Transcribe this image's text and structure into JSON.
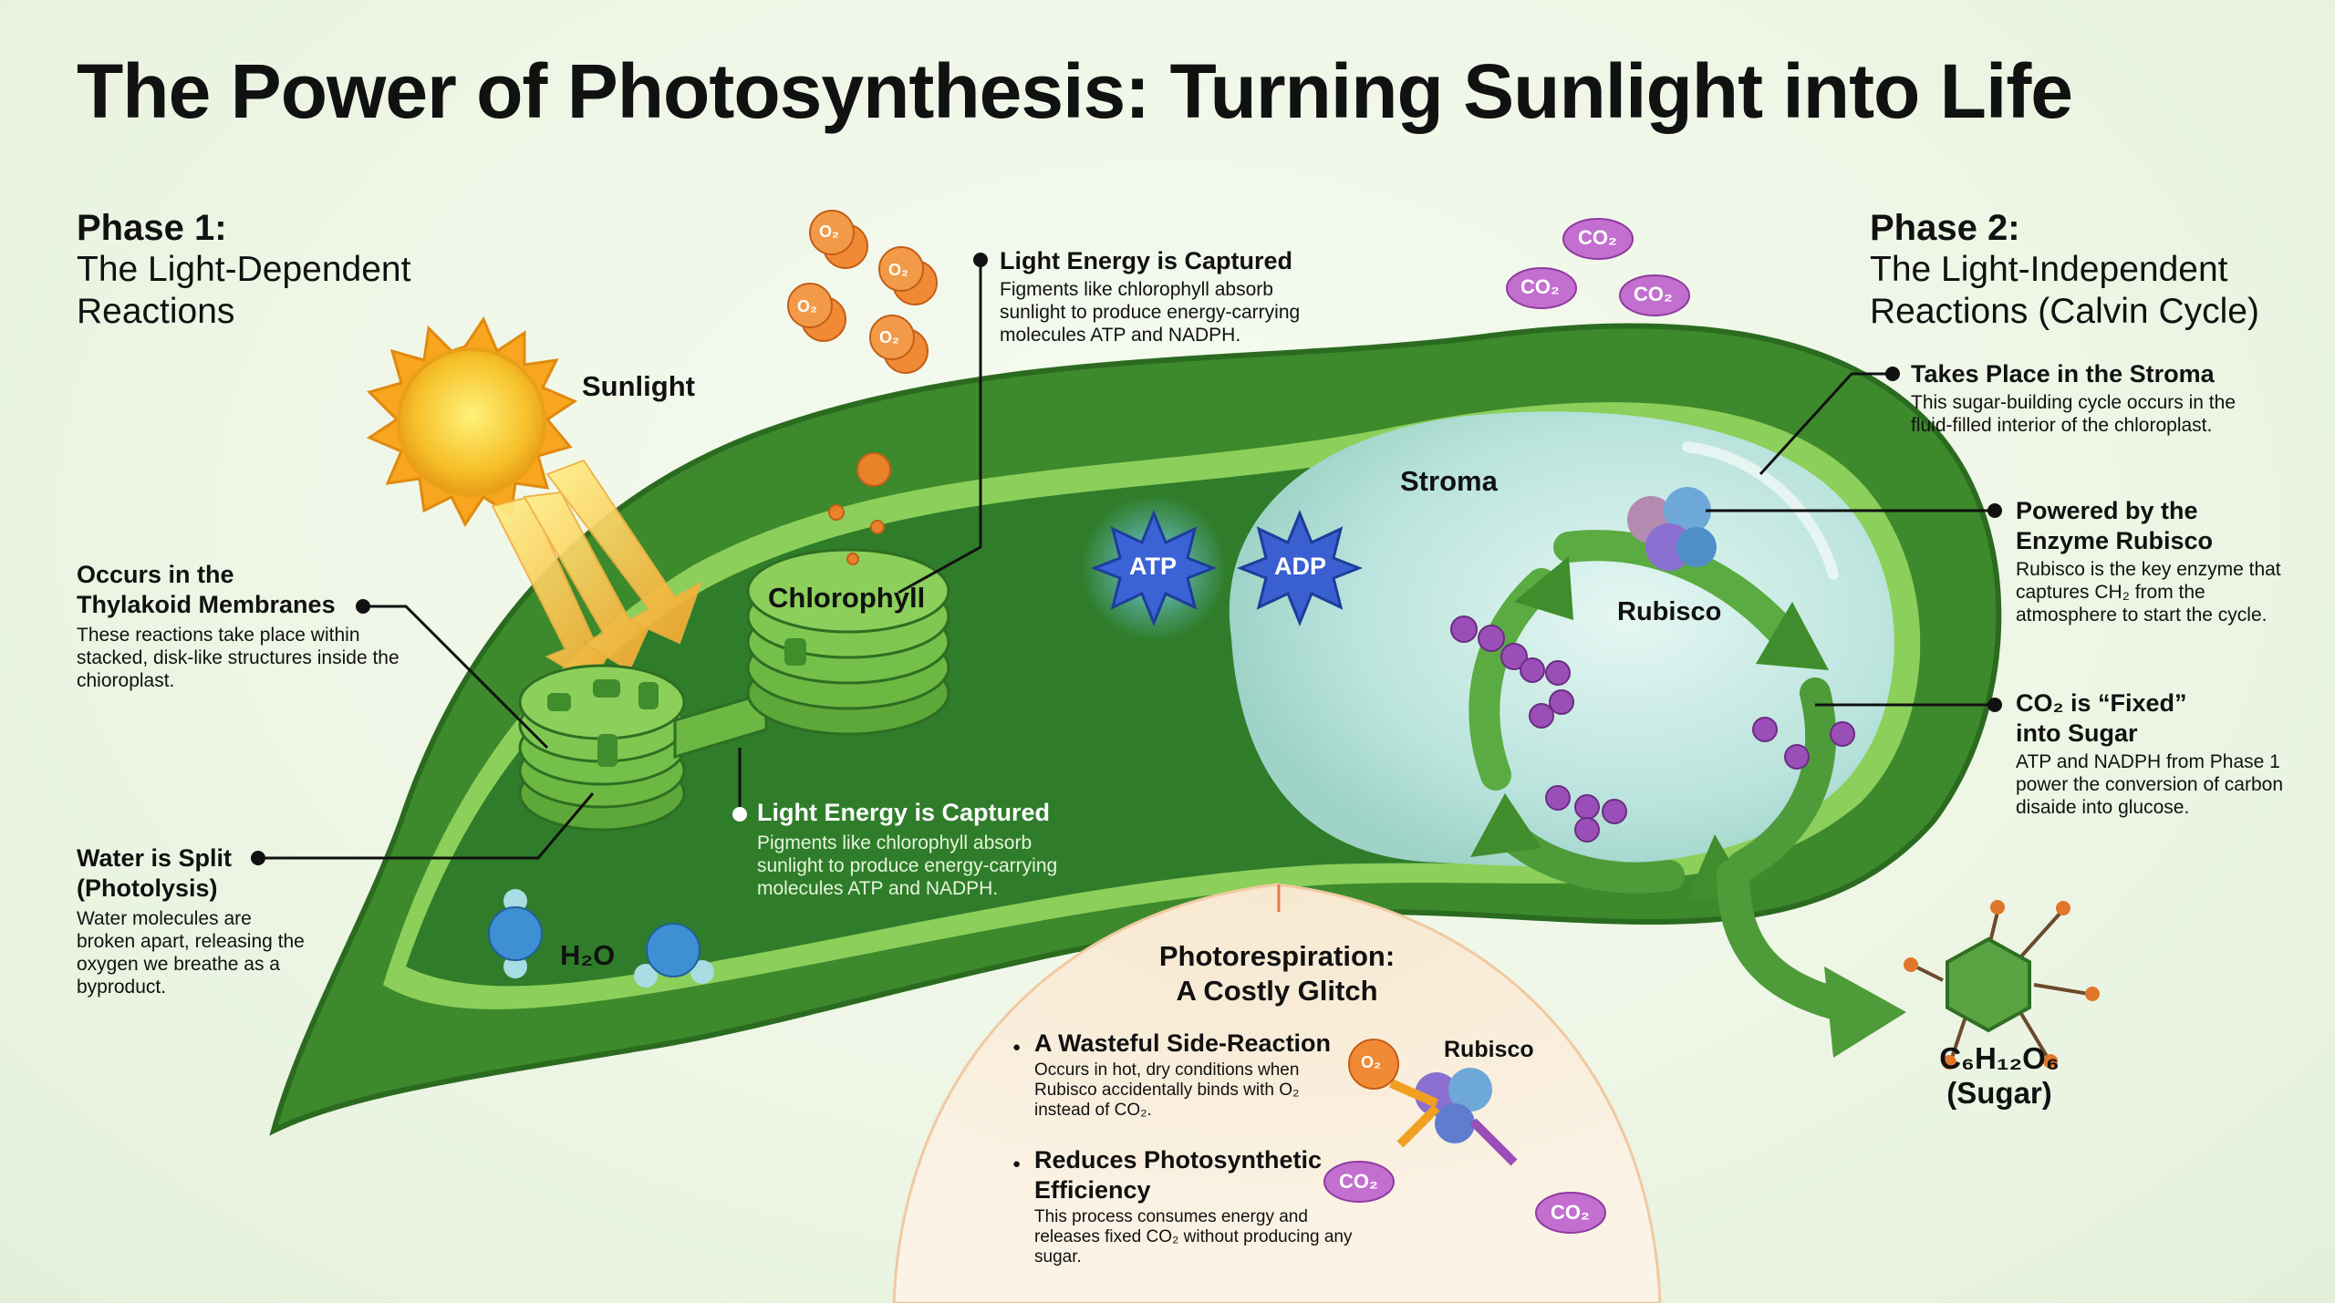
{
  "title": "The Power of Photosynthesis: Turning Sunlight into Life",
  "phase1": {
    "label": "Phase 1:",
    "name_line1": "The Light-Dependent",
    "name_line2": "Reactions",
    "sunlight": "Sunlight",
    "chlorophyll": "Chlorophyll",
    "h2o": "H₂O",
    "thylakoid": {
      "head_line1": "Occurs in the",
      "head_line2": "Thylakoid Membranes",
      "body": "These reactions take place within stacked, disk-like structures inside the chioroplast."
    },
    "water_split": {
      "head_line1": "Water is Split",
      "head_line2": "(Photolysis)",
      "body": "Water molecules are broken apart, releasing the oxygen we breathe as a byproduct."
    },
    "light_captured_top": {
      "head": "Light Energy is Captured",
      "body": "Figments like chlorophyll absorb sunlight to produce energy-carrying molecules ATP and NADPH."
    },
    "light_captured_mid": {
      "head": "Light Energy is Captured",
      "body": "Pigments like chlorophyll absorb sunlight to produce energy-carrying molecules ATP and NADPH."
    }
  },
  "molecules": {
    "o2": "O₂",
    "co2": "CO₂",
    "atp": "ATP",
    "adp": "ADP"
  },
  "phase2": {
    "label": "Phase 2:",
    "name_line1": "The Light-Independent",
    "name_line2": "Reactions (Calvin Cycle)",
    "stroma": "Stroma",
    "rubisco": "Rubisco",
    "sugar_formula": "C₆H₁₂O₆",
    "sugar_label": "(Sugar)",
    "stroma_note": {
      "head": "Takes Place in the Stroma",
      "body": "This sugar-building cycle occurs in the fluid-filled interior of the chloroplast."
    },
    "rubisco_note": {
      "head_line1": "Powered by the",
      "head_line2": "Enzyme Rubisco",
      "body": "Rubisco is the key enzyme that captures CH₂ from the atmosphere to start the cycle."
    },
    "fixed_note": {
      "head_line1": "CO₂ is “Fixed”",
      "head_line2": "into Sugar",
      "body": "ATP and NADPH from Phase 1 power the conversion of carbon disaide into glucose."
    }
  },
  "photorespiration": {
    "title_line1": "Photorespiration:",
    "title_line2": "A Costly Glitch",
    "rubisco": "Rubisco",
    "item1": {
      "head": "A Wasteful Side-Reaction",
      "body": "Occurs in hot, dry conditions when Rubisco accidentally binds with O₂ instead of CO₂."
    },
    "item2": {
      "head_line1": "Reduces Photosynthetic",
      "head_line2": "Efficiency",
      "body": "This process consumes energy and releases fixed CO₂ without producing any sugar."
    }
  },
  "colors": {
    "leaf_dark": "#2f7d2a",
    "leaf_mid": "#4f9a34",
    "leaf_light": "#8ccf5a",
    "stroma": "#bfe6df",
    "sun": "#f6c12a",
    "o2": "#e0762a",
    "co2": "#b25bc0",
    "atp": "#3a63d6"
  }
}
